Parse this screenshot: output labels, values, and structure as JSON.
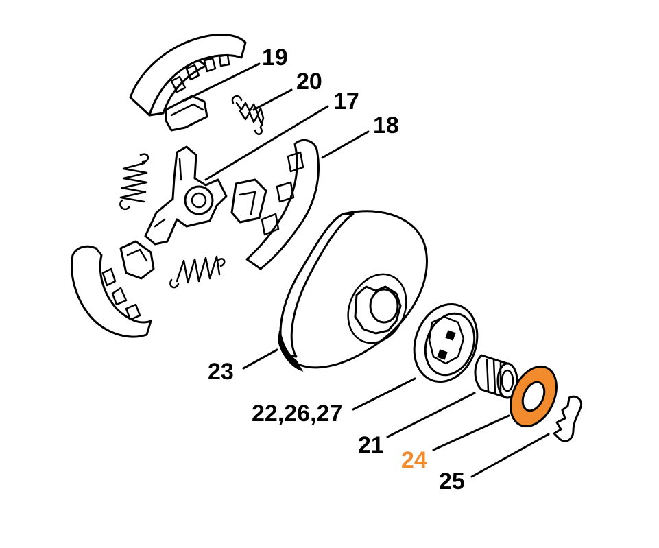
{
  "diagram": {
    "highlight_color": "#f28a2e",
    "line_color": "#000000",
    "callouts": {
      "c19": "19",
      "c20": "20",
      "c17": "17",
      "c18": "18",
      "c23": "23",
      "c22": "22,26,27",
      "c21": "21",
      "c24": "24",
      "c25": "25"
    },
    "highlighted_part": "24"
  }
}
